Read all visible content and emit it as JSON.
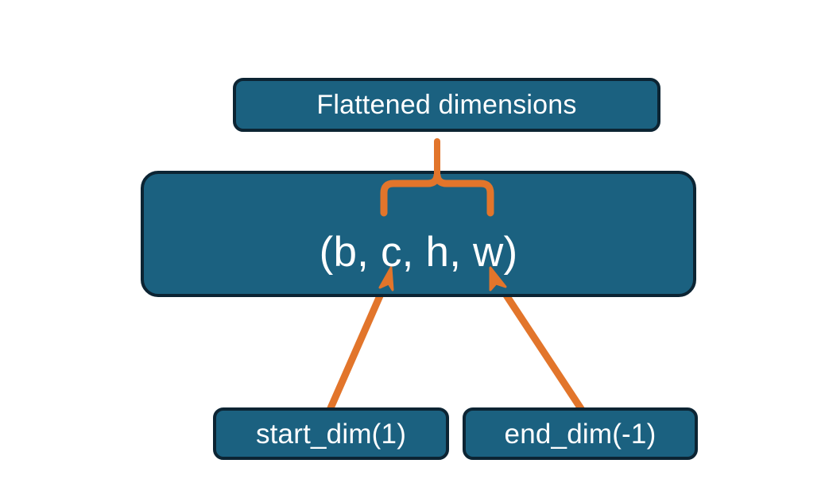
{
  "diagram": {
    "title": "Flatten dimensions diagram",
    "colors": {
      "node_fill": "#1b6180",
      "node_border": "#0c2433",
      "accent": "#e2752b",
      "text": "#ffffff",
      "background": "#ffffff"
    },
    "nodes": [
      {
        "id": "flattened",
        "label": "Flattened dimensions",
        "role": "caption-box"
      },
      {
        "id": "shape",
        "label": "(b, c, h, w)",
        "role": "tensor-shape-box"
      },
      {
        "id": "start_dim",
        "label": "start_dim(1)",
        "role": "argument-box"
      },
      {
        "id": "end_dim",
        "label": "end_dim(-1)",
        "role": "argument-box"
      }
    ],
    "connectors": [
      {
        "id": "brace",
        "type": "curly-brace",
        "from": "shape.c_to_w",
        "to": "flattened",
        "color": "#e2752b"
      },
      {
        "id": "start-dim-arrow",
        "type": "arrow",
        "from": "start_dim",
        "to": "shape.c",
        "color": "#e2752b"
      },
      {
        "id": "end-dim-arrow",
        "type": "arrow",
        "from": "end_dim",
        "to": "shape.w",
        "color": "#e2752b"
      }
    ]
  }
}
